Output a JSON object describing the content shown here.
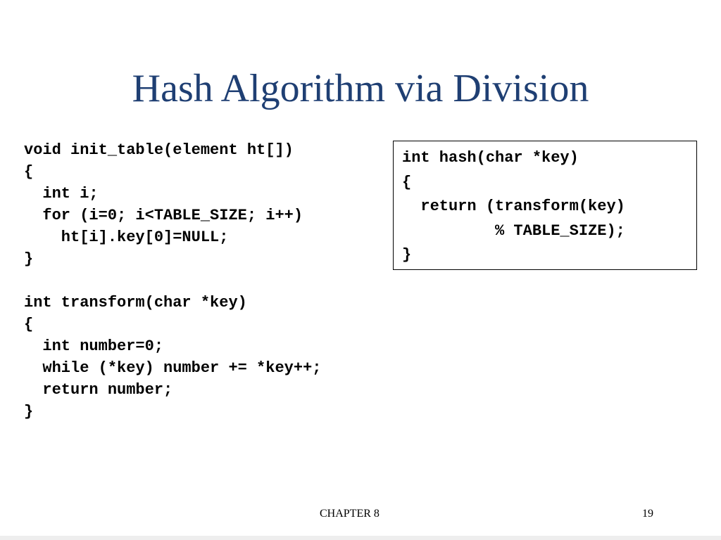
{
  "slide": {
    "title": "Hash Algorithm via Division",
    "left_code": [
      "void init_table(element ht[])",
      "{",
      "  int i;",
      "  for (i=0; i<TABLE_SIZE; i++)",
      "    ht[i].key[0]=NULL;",
      "}",
      "",
      "int transform(char *key)",
      "{",
      "  int number=0;",
      "  while (*key) number += *key++;",
      "  return number;",
      "}"
    ],
    "box_code": [
      "int hash(char *key)",
      "{",
      "  return (transform(key)",
      "          % TABLE_SIZE);",
      "}"
    ],
    "footer": {
      "chapter": "CHAPTER 8",
      "page": "19"
    }
  }
}
